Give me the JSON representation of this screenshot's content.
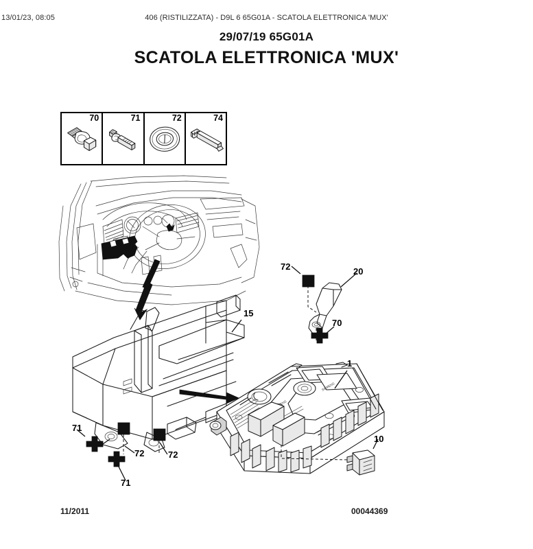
{
  "print_header": {
    "timestamp": "13/01/23, 08:05",
    "document_path": "406 (RISTILIZZATA) - D9L 6 65G01A - SCATOLA ELETTRONICA 'MUX'"
  },
  "document": {
    "subtitle": "29/07/19 65G01A",
    "title": "SCATOLA ELETTRONICA 'MUX'"
  },
  "legend": {
    "items": [
      {
        "number": "70",
        "icon": "bolt-with-washer-and-nut"
      },
      {
        "number": "71",
        "icon": "rivet-pin"
      },
      {
        "number": "72",
        "icon": "grommet-ring"
      },
      {
        "number": "74",
        "icon": "retaining-clip-bracket"
      }
    ]
  },
  "callouts": [
    {
      "id": "c72-bracket",
      "number": "72",
      "marker": "black-square"
    },
    {
      "id": "c20-bracket",
      "number": "20",
      "marker": "leader-line"
    },
    {
      "id": "c70-bracket",
      "number": "70",
      "marker": "black-cross"
    },
    {
      "id": "c1-ecu",
      "number": "1",
      "marker": "leader-line"
    },
    {
      "id": "c15-console",
      "number": "15",
      "marker": "leader-line"
    },
    {
      "id": "c10-fuse",
      "number": "10",
      "marker": "leader-line"
    },
    {
      "id": "c71-left",
      "number": "71",
      "marker": "black-cross"
    },
    {
      "id": "c72-left",
      "number": "72",
      "marker": "black-square"
    },
    {
      "id": "c71-lower",
      "number": "71",
      "marker": "black-cross"
    },
    {
      "id": "c72-right",
      "number": "72",
      "marker": "black-square"
    }
  ],
  "ecu": {
    "brand_mark_1": "SIEMENS",
    "brand_mark_2": "SIEMENS"
  },
  "footer": {
    "revision": "11/2011",
    "drawing_number": "00044369"
  },
  "colors": {
    "ink": "#1a1a1a",
    "paper": "#ffffff",
    "fill_light": "#e9e9e9",
    "fill_mid": "#d3d3d3"
  }
}
